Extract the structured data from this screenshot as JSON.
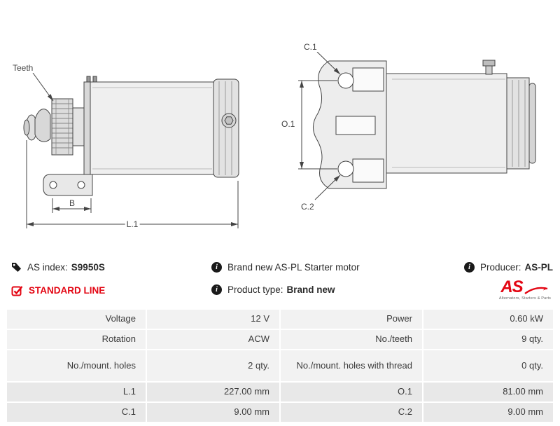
{
  "colors": {
    "accent_red": "#e30613",
    "table_row_light": "#f2f2f2",
    "table_row_dark": "#e8e8e8",
    "line_color": "#444444"
  },
  "diagram": {
    "teeth_label": "Teeth",
    "b_label": "B",
    "l1_label": "L.1",
    "c1_label": "C.1",
    "o1_label": "O.1",
    "c2_label": "C.2"
  },
  "info": {
    "as_index_label": "AS index:",
    "as_index_value": "S9950S",
    "description": "Brand new AS-PL Starter motor",
    "producer_label": "Producer:",
    "producer_value": "AS-PL",
    "standard_line": "STANDARD LINE",
    "product_type_label": "Product type:",
    "product_type_value": "Brand new",
    "info_icon_glyph": "i",
    "logo_text": "AS",
    "logo_subtext": "Alternators, Starters & Parts"
  },
  "table": {
    "rows": [
      {
        "c0": "Voltage",
        "c1": "12 V",
        "c2": "Power",
        "c3": "0.60 kW"
      },
      {
        "c0": "Rotation",
        "c1": "ACW",
        "c2": "No./teeth",
        "c3": "9 qty."
      },
      {
        "c0": "No./mount. holes",
        "c1": "2 qty.",
        "c2": "No./mount. holes with thread",
        "c3": "0 qty."
      },
      {
        "c0": "L.1",
        "c1": "227.00 mm",
        "c2": "O.1",
        "c3": "81.00 mm"
      },
      {
        "c0": "C.1",
        "c1": "9.00 mm",
        "c2": "C.2",
        "c3": "9.00 mm"
      }
    ]
  }
}
